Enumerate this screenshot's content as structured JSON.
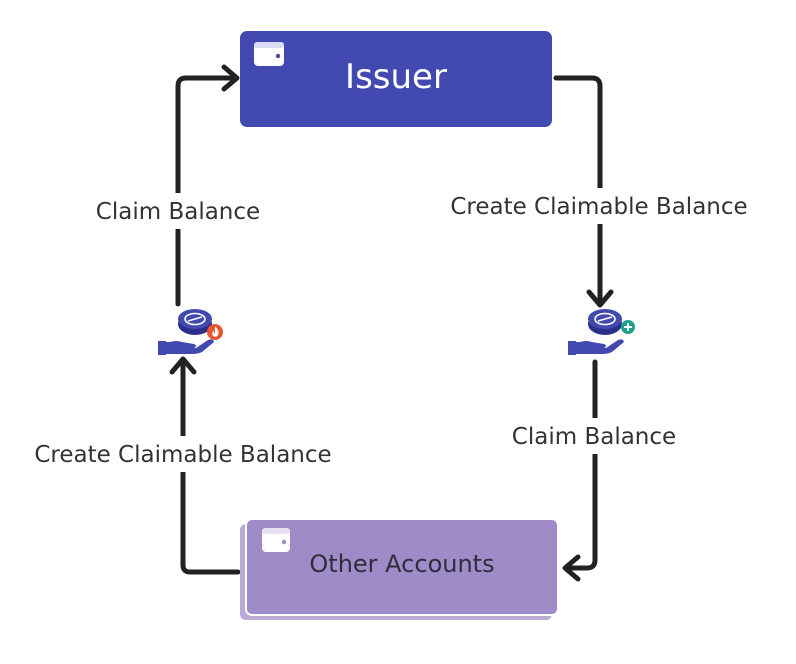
{
  "nodes": {
    "issuer": {
      "label": "Issuer",
      "color": "#4249B0"
    },
    "other_accounts": {
      "label": "Other Accounts",
      "color": "#9E8BC8"
    }
  },
  "edges": {
    "issuer_to_accounts": {
      "label": "Create Claimable Balance"
    },
    "claim_right": {
      "label": "Claim Balance"
    },
    "accounts_to_issuer": {
      "label": "Create Claimable Balance"
    },
    "claim_left": {
      "label": "Claim Balance"
    }
  },
  "icons": {
    "node_icon": "wallet-icon",
    "left_balance_icon": "hand-coin-fire-icon",
    "right_balance_icon": "hand-coin-plus-icon",
    "fire_badge_color": "#E8552B",
    "plus_badge_color": "#1BA38A"
  }
}
